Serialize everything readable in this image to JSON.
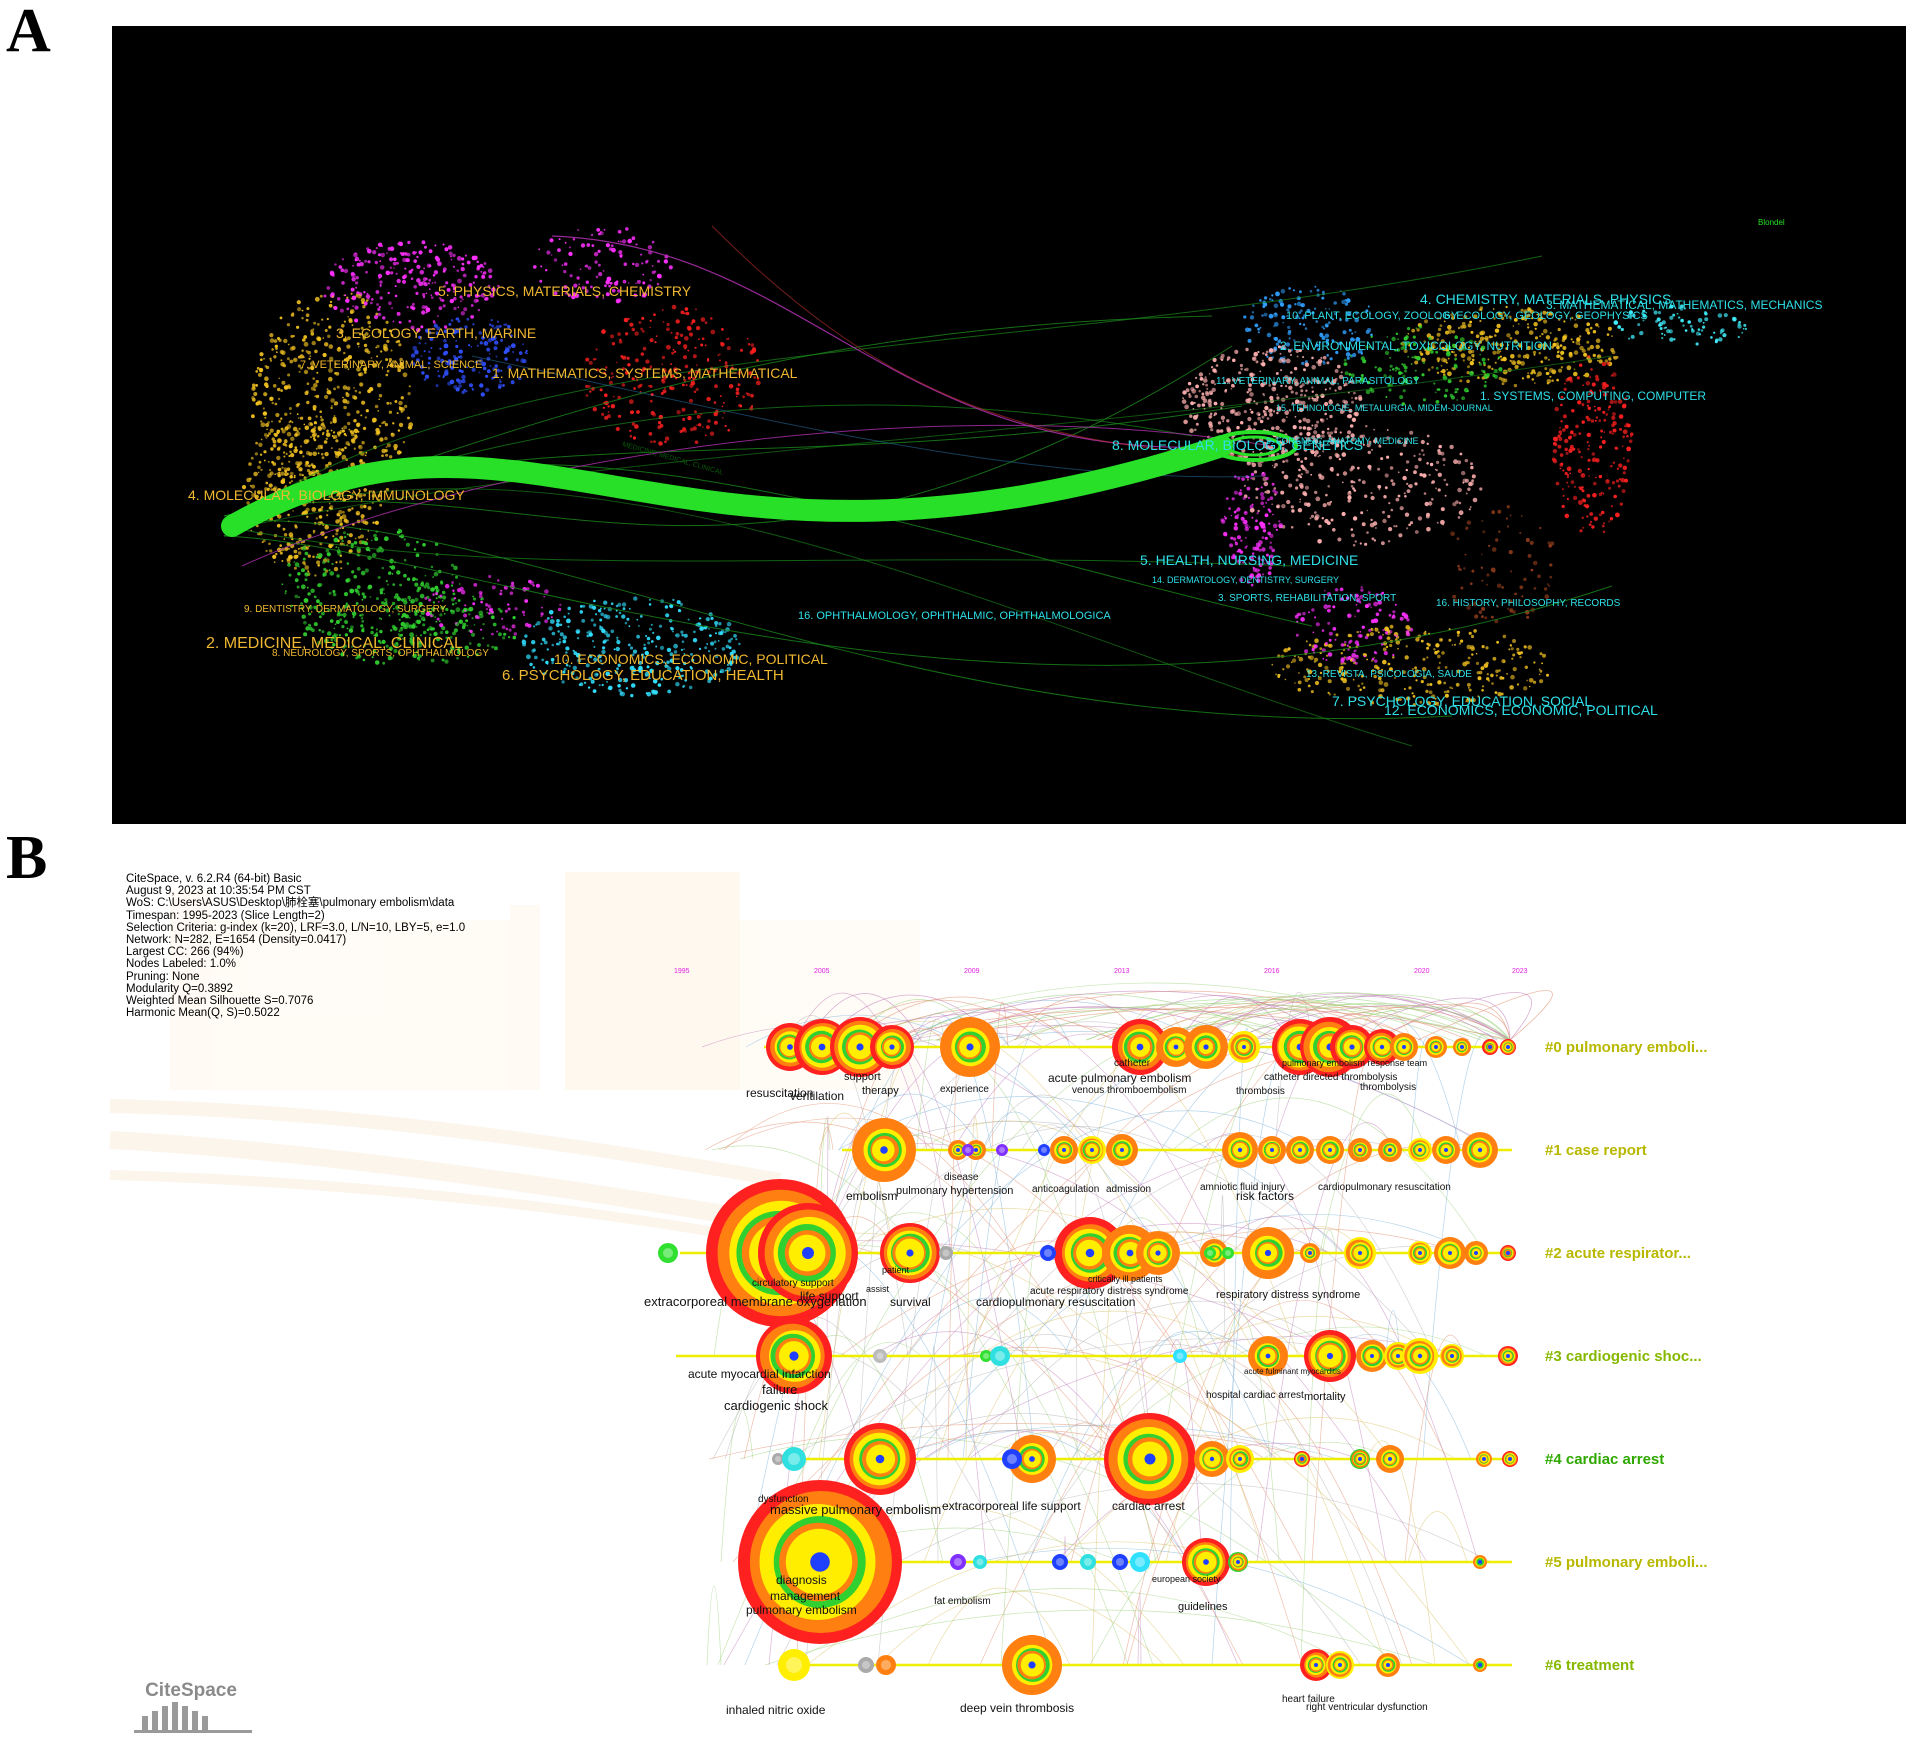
{
  "panels": {
    "a_label": "A",
    "b_label": "B"
  },
  "panel_a": {
    "left_labels": [
      "5. PHYSICS, MATERIALS, CHEMISTRY",
      "3. ECOLOGY, EARTH, MARINE",
      "7. VETERINARY, ANIMAL, SCIENCE",
      "1. MATHEMATICS, SYSTEMS, MATHEMATICAL",
      "4. MOLECULAR, BIOLOGY, IMMUNOLOGY",
      "9. DENTISTRY, DERMATOLOGY, SURGERY",
      "2. MEDICINE, MEDICAL, CLINICAL",
      "8. NEUROLOGY, SPORTS, OPHTHALMOLOGY",
      "10. ECONOMICS, ECONOMIC, POLITICAL",
      "6. PSYCHOLOGY, EDUCATION, HEALTH"
    ],
    "right_labels": [
      "4. CHEMISTRY, MATERIALS, PHYSICS",
      "3. MATHEMATICAL, MATHEMATICS, MECHANICS",
      "10. PLANT, ECOLOGY, ZOOLOGY",
      "6. ECOLOGY, GEOLOGY, GEOPHYSICS",
      "2. ENVIRONMENTAL, TOXICOLOGY, NUTRITION",
      "11. VETERINARY, ANIMAL, PARASITOLOGY",
      "1. SYSTEMS, COMPUTING, COMPUTER",
      "15. TEHNOLOGIE, METALURGIA, MIDEM-JOURNAL",
      "8. MOLECULAR, BIOLOGY, GENETICS",
      "9. FORENSIC, ANATOMY, MEDICINE",
      "5. HEALTH, NURSING, MEDICINE",
      "14. DERMATOLOGY, DENTISTRY, SURGERY",
      "3. SPORTS, REHABILITATION, SPORT",
      "16. HISTORY, PHILOSOPHY, RECORDS",
      "13. REVISTA, PSICOLOGIA, SAUDE",
      "7. PSYCHOLOGY, EDUCATION, SOCIAL",
      "12. ECONOMICS, ECONOMIC, POLITICAL"
    ],
    "center_label": "16. OPHTHALMOLOGY, OPHTHALMIC, OPHTHALMOLOGICA",
    "flow_label": "MEDICINE, MEDICAL, CLINICAL",
    "corner_text": "Blondel"
  },
  "panel_b": {
    "meta_lines": [
      "CiteSpace, v. 6.2.R4 (64-bit) Basic",
      "August 9, 2023 at 10:35:54 PM CST",
      "WoS: C:\\Users\\ASUS\\Desktop\\肺栓塞\\pulmonary embolism\\data",
      "Timespan: 1995-2023 (Slice Length=2)",
      "Selection Criteria: g-index (k=20), LRF=3.0, L/N=10, LBY=5, e=1.0",
      "Network: N=282, E=1654 (Density=0.0417)",
      "Largest CC: 266 (94%)",
      "Nodes Labeled: 1.0%",
      "Pruning: None",
      "Modularity Q=0.3892",
      "Weighted Mean Silhouette S=0.7076",
      "Harmonic Mean(Q, S)=0.5022"
    ],
    "years": [
      "1995",
      "2005",
      "2009",
      "2013",
      "2016",
      "2020",
      "2023"
    ],
    "clusters": [
      "#0 pulmonary emboli...",
      "#1 case report",
      "#2 acute respirator...",
      "#3 cardiogenic shoc...",
      "#4 cardiac arrest",
      "#5 pulmonary emboli...",
      "#6 treatment"
    ],
    "cluster_colors": [
      "#b8b800",
      "#b8b800",
      "#b8b800",
      "#86b800",
      "#2fa800",
      "#b8b800",
      "#86b800"
    ],
    "node_labels": [
      "resuscitation",
      "ventilation",
      "support",
      "therapy",
      "experience",
      "catheter",
      "acute pulmonary embolism",
      "venous thromboembolism",
      "thrombosis",
      "pulmonary embolism response team",
      "catheter directed thrombolysis",
      "thrombolysis",
      "embolism",
      "disease",
      "pulmonary hypertension",
      "anticoagulation",
      "admission",
      "risk factors",
      "amniotic fluid injury",
      "cardiopulmonary resuscitation",
      "circulatory support",
      "life support",
      "extracorporeal membrane oxygenation",
      "assist",
      "patient",
      "survival",
      "cardiopulmonary resuscitation",
      "critically ill patients",
      "acute respiratory distress syndrome",
      "respiratory distress syndrome",
      "acute myocardial infarction",
      "failure",
      "cardiogenic shock",
      "acute fulminant myocarditis",
      "hospital cardiac arrest",
      "mortality",
      "dysfunction",
      "massive pulmonary embolism",
      "extracorporeal life support",
      "cardiac arrest",
      "diagnosis",
      "management",
      "pulmonary embolism",
      "fat embolism",
      "european society",
      "guidelines",
      "inhaled nitric oxide",
      "deep vein thrombosis",
      "heart failure",
      "right ventricular dysfunction"
    ],
    "logo_text": "CiteSpace"
  }
}
